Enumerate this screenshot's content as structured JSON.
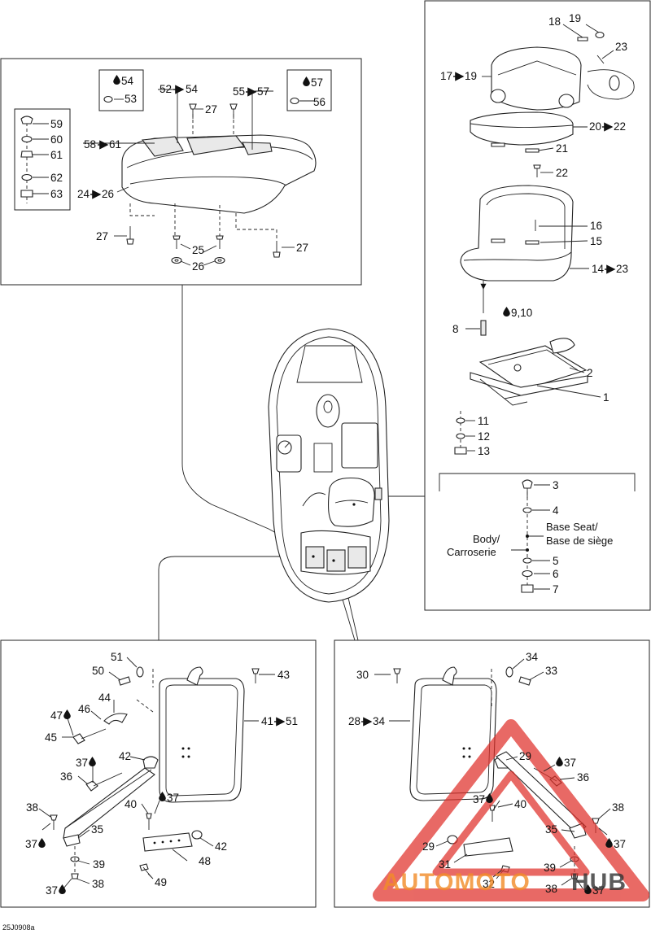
{
  "reference_code": "25J0908a",
  "panels": {
    "rear_bench": {
      "callouts": [
        {
          "text": "54",
          "drop": true
        },
        {
          "text": "53"
        },
        {
          "text": "52",
          "arrow_to": "54"
        },
        {
          "text": "55",
          "arrow_to": "57"
        },
        {
          "text": "57",
          "drop": true
        },
        {
          "text": "56"
        },
        {
          "text": "27"
        },
        {
          "text": "59"
        },
        {
          "text": "60"
        },
        {
          "text": "61"
        },
        {
          "text": "58",
          "arrow_to": "61"
        },
        {
          "text": "62"
        },
        {
          "text": "63"
        },
        {
          "text": "24",
          "arrow_to": "26"
        },
        {
          "text": "27"
        },
        {
          "text": "25"
        },
        {
          "text": "26"
        },
        {
          "text": "27"
        }
      ]
    },
    "seat_base": {
      "callouts": [
        {
          "text": "18"
        },
        {
          "text": "19"
        },
        {
          "text": "23"
        },
        {
          "text": "17",
          "arrow_to": "19"
        },
        {
          "text": "20",
          "arrow_to": "22"
        },
        {
          "text": "21"
        },
        {
          "text": "22"
        },
        {
          "text": "16"
        },
        {
          "text": "15"
        },
        {
          "text": "14",
          "arrow_to": "23"
        },
        {
          "text": "8"
        },
        {
          "text": "9,10",
          "drop": true
        },
        {
          "text": "2"
        },
        {
          "text": "1"
        },
        {
          "text": "11"
        },
        {
          "text": "12"
        },
        {
          "text": "13"
        },
        {
          "text": "3"
        },
        {
          "text": "4"
        },
        {
          "text": "5"
        },
        {
          "text": "6"
        },
        {
          "text": "7"
        }
      ],
      "base_seat_label": [
        "Base Seat/",
        "Base de siège"
      ],
      "body_label": [
        "Body/",
        "Carroserie"
      ]
    },
    "left_backrest": {
      "callouts": [
        {
          "text": "51"
        },
        {
          "text": "50"
        },
        {
          "text": "43"
        },
        {
          "text": "44"
        },
        {
          "text": "46"
        },
        {
          "text": "47",
          "drop": true
        },
        {
          "text": "45"
        },
        {
          "text": "41",
          "arrow_to": "51"
        },
        {
          "text": "42"
        },
        {
          "text": "37",
          "drop": true
        },
        {
          "text": "36"
        },
        {
          "text": "40"
        },
        {
          "text": "37",
          "drop": true
        },
        {
          "text": "38"
        },
        {
          "text": "35"
        },
        {
          "text": "37",
          "drop": true
        },
        {
          "text": "42"
        },
        {
          "text": "39"
        },
        {
          "text": "48"
        },
        {
          "text": "37",
          "drop": true
        },
        {
          "text": "38"
        },
        {
          "text": "49"
        }
      ]
    },
    "right_backrest": {
      "callouts": [
        {
          "text": "34"
        },
        {
          "text": "30"
        },
        {
          "text": "33"
        },
        {
          "text": "28",
          "arrow_to": "34"
        },
        {
          "text": "29"
        },
        {
          "text": "37",
          "drop": true
        },
        {
          "text": "36"
        },
        {
          "text": "37",
          "drop": true
        },
        {
          "text": "40"
        },
        {
          "text": "38"
        },
        {
          "text": "35"
        },
        {
          "text": "37",
          "drop": true
        },
        {
          "text": "29"
        },
        {
          "text": "31"
        },
        {
          "text": "39"
        },
        {
          "text": "32"
        },
        {
          "text": "38"
        },
        {
          "text": "37",
          "drop": true
        }
      ]
    }
  },
  "watermark": {
    "word_1": "AUTOMOTO",
    "word_2": "HUB",
    "color_primary": "#f28c28",
    "color_secondary": "#e0302a",
    "color_dark": "#333333"
  }
}
